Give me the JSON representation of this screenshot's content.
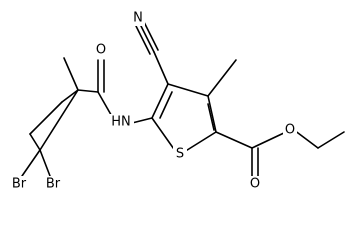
{
  "molecule": {
    "atom_labels": {
      "nitrile_n": "N",
      "amide_o": "O",
      "nh": "HN",
      "thiophene_s": "S",
      "ester_o_single": "O",
      "ester_o_double": "O",
      "br_left": "Br",
      "br_right": "Br"
    },
    "colors": {
      "bond": "#000000",
      "text": "#000000",
      "background": "#ffffff"
    }
  }
}
